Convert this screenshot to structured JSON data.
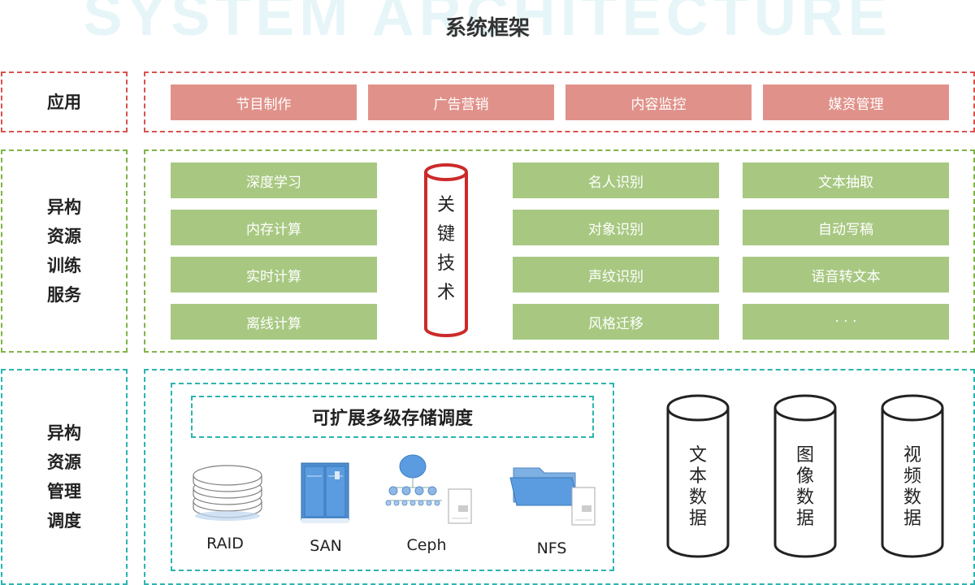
{
  "page": {
    "watermark": "SYSTEM ARCHITECTURE",
    "title": "系统框架"
  },
  "rows": {
    "application": {
      "label": "应用",
      "items": [
        "节目制作",
        "广告营销",
        "内容监控",
        "媒资管理"
      ]
    },
    "training": {
      "label": "异构\n资源\n训练\n服务",
      "left_items": [
        "深度学习",
        "内存计算",
        "实时计算",
        "离线计算"
      ],
      "key_tech": "关\n键\n技\n术",
      "mid_items": [
        "名人识别",
        "对象识别",
        "声纹识别",
        "风格迁移"
      ],
      "right_items": [
        "文本抽取",
        "自动写稿",
        "语音转文本",
        "· · ·"
      ]
    },
    "management": {
      "label": "异构\n资源\n管理\n调度",
      "storage_title": "可扩展多级存储调度",
      "storage_types": [
        "RAID",
        "SAN",
        "Ceph",
        "NFS"
      ],
      "data_stores": [
        "文\n本\n数\n据",
        "图\n像\n数\n据",
        "视\n频\n数\n据"
      ]
    }
  },
  "colors": {
    "app_red": "#e0928a",
    "border_red": "#d9534f",
    "service_green": "#a8c882",
    "border_green": "#7fb34a",
    "border_teal": "#2bb5b0",
    "cylinder_red": "#cc2a2a"
  }
}
